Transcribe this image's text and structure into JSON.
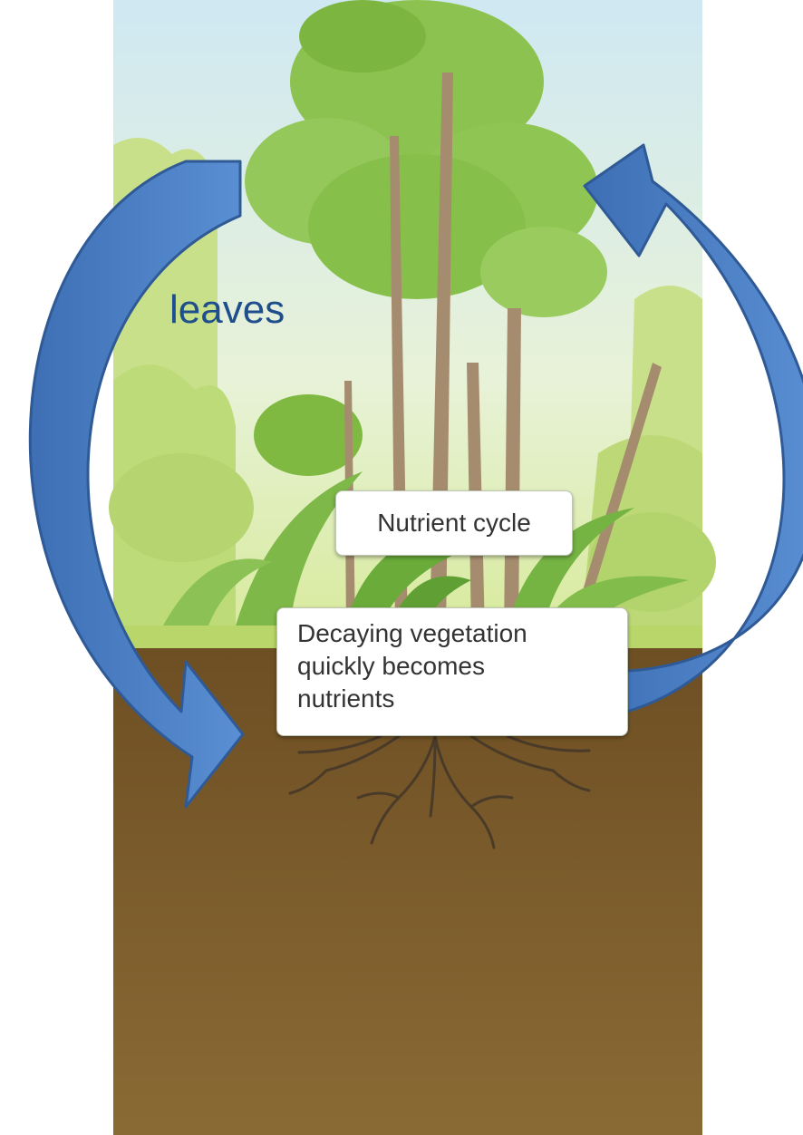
{
  "labels": {
    "leaves": "leaves",
    "nutrient_cycle": "Nutrient cycle",
    "decay_lines": [
      "Decaying vegetation",
      "quickly becomes",
      "nutrients"
    ]
  },
  "colors": {
    "sky_top": "#cfe8f2",
    "foliage_light": "#cfe08f",
    "foliage_mid": "#9ccb5c",
    "foliage_dark": "#5fa634",
    "trunk": "#a08a70",
    "soil": "#7a5a2c",
    "arrow_fill": "#4d7fc4",
    "arrow_stroke": "#2f5a96",
    "label_text": "#1f4e8c"
  },
  "icons": [
    "left-cycle-arrow-icon",
    "right-cycle-arrow-icon",
    "roots-icon"
  ]
}
